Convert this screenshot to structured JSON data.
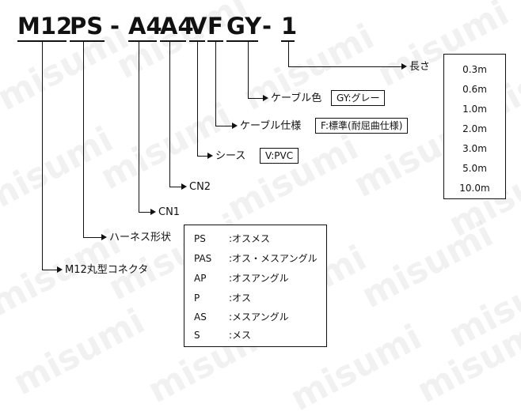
{
  "watermark": "misumi",
  "code_segments": [
    "M12",
    "PS",
    "-",
    "A4",
    "A4",
    "V",
    "F",
    "GY",
    "-",
    "1"
  ],
  "fields": {
    "length": {
      "label": "長さ",
      "options": [
        "0.3m",
        "0.6m",
        "1.0m",
        "2.0m",
        "3.0m",
        "5.0m",
        "10.0m"
      ]
    },
    "cable_color": {
      "label": "ケーブル色",
      "value": "GY:グレー"
    },
    "cable_spec": {
      "label": "ケーブル仕様",
      "value": "F:標準(耐屈曲仕様)"
    },
    "sheath": {
      "label": "シース",
      "value": "V:PVC"
    },
    "cn2": {
      "label": "CN2"
    },
    "cn1": {
      "label": "CN1"
    },
    "harness_shape": {
      "label": "ハーネス形状",
      "options": [
        {
          "code": "PS",
          "desc": ":オスメス"
        },
        {
          "code": "PAS",
          "desc": ":オス・メスアングル"
        },
        {
          "code": "AP",
          "desc": ":オスアングル"
        },
        {
          "code": "P",
          "desc": ":オス"
        },
        {
          "code": "AS",
          "desc": ":メスアングル"
        },
        {
          "code": "S",
          "desc": ":メス"
        }
      ]
    },
    "connector": {
      "label": "M12丸型コネクタ"
    }
  }
}
